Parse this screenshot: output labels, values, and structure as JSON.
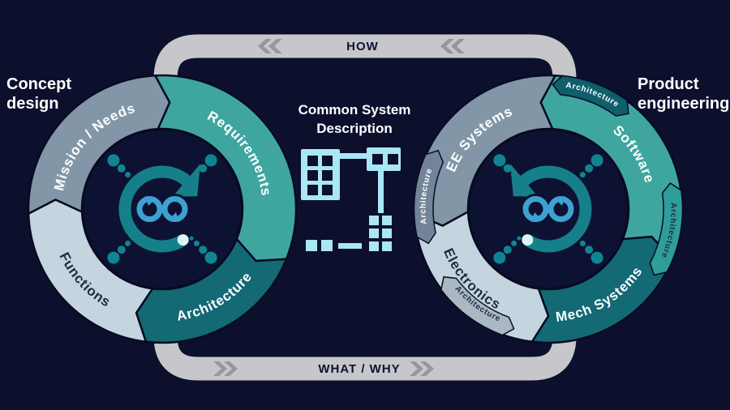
{
  "titles": {
    "left": {
      "line1": "Concept",
      "line2": "design"
    },
    "right": {
      "line1": "Product",
      "line2": "engineering"
    },
    "center": {
      "line1": "Common System",
      "line2": "Description"
    }
  },
  "bands": {
    "top": {
      "label": "HOW",
      "direction": "left"
    },
    "bottom": {
      "label": "WHAT / WHY",
      "direction": "right"
    }
  },
  "colors": {
    "background": "#0c102d",
    "segment_slate": "#8296a7",
    "segment_teal": "#3fa69f",
    "segment_light": "#c5d5df",
    "segment_darkteal": "#136974",
    "wedge_darkteal": "#0e5f6b",
    "wedge_slate": "#73849a",
    "wedge_light": "#aab8c2",
    "wedge_teal": "#2f9e9a",
    "outline": "#070b22",
    "hub": "#0d1232",
    "sync_arrow": "#15808a",
    "infinity": "#3da2d2",
    "ray": "#108590",
    "highlight_dot": "#dcf5f6",
    "band": "#c7c7cb",
    "band_chevron": "#96969c",
    "band_text": "#0d1231",
    "white_text": "#ffffff",
    "dark_text": "#1f2d3d",
    "icon_cyan": "#a9e6f6"
  },
  "rings": [
    {
      "name": "concept-design-ring",
      "flow": "clockwise",
      "segments": [
        {
          "label": "Mission / Needs",
          "fill": "segment_slate",
          "text": "white",
          "side": "top",
          "a1": 268,
          "a2": 357
        },
        {
          "label": "Requirements",
          "fill": "segment_teal",
          "text": "white",
          "side": "top",
          "a1": 357,
          "a2": 472
        },
        {
          "label": "Architecture",
          "fill": "segment_darkteal",
          "text": "white",
          "side": "bottom",
          "a1": 112,
          "a2": 187
        },
        {
          "label": "Functions",
          "fill": "segment_light",
          "text": "dark",
          "side": "bottom",
          "a1": 187,
          "a2": 268
        }
      ],
      "wedges": []
    },
    {
      "name": "product-engineering-ring",
      "flow": "counterclockwise",
      "segments": [
        {
          "label": "EE Systems",
          "fill": "segment_slate",
          "text": "white",
          "side": "top",
          "a1": 268,
          "a2": 363
        },
        {
          "label": "Software",
          "fill": "segment_teal",
          "text": "white",
          "side": "top",
          "a1": 3,
          "a2": 112
        },
        {
          "label": "Mech Systems",
          "fill": "segment_darkteal",
          "text": "white",
          "side": "bottom",
          "a1": 112,
          "a2": 187
        },
        {
          "label": "Electronics",
          "fill": "segment_light",
          "text": "dark",
          "side": "bottom",
          "a1": 187,
          "a2": 268
        }
      ],
      "wedges": [
        {
          "label": "Architecture",
          "fill": "wedge_darkteal",
          "text": "white",
          "a1": 6,
          "a2": 36,
          "dir": "cw"
        },
        {
          "label": "Architecture",
          "fill": "wedge_slate",
          "text": "white",
          "a1": 258,
          "a2": 294,
          "dir": "cw"
        },
        {
          "label": "Architecture",
          "fill": "wedge_light",
          "text": "dark",
          "a1": 200,
          "a2": 233,
          "dir": "ccw"
        },
        {
          "label": "Architecture",
          "fill": "wedge_teal",
          "text": "dark",
          "a1": 82,
          "a2": 118,
          "dir": "cw"
        }
      ]
    }
  ]
}
